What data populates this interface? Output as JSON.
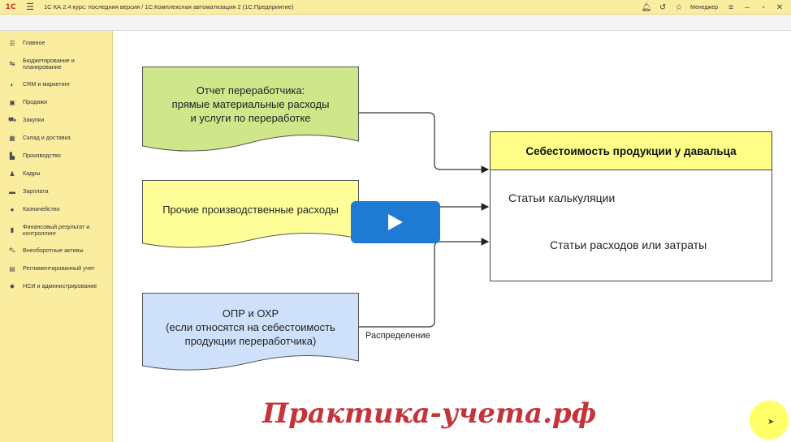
{
  "titlebar": {
    "logo": "1С",
    "title": "1С КА 2.4 курс: последняя версия / 1С:Комплексная автоматизация 2  (1С:Предприятие)",
    "user": "Менеджер"
  },
  "sidebar": {
    "items": [
      {
        "label": "Главное",
        "icon": "☰"
      },
      {
        "label": "Бюджетирование и планирование",
        "icon": "↹"
      },
      {
        "label": "CRM и маркетинг",
        "icon": "◐"
      },
      {
        "label": "Продажи",
        "icon": "▣"
      },
      {
        "label": "Закупки",
        "icon": "⛟"
      },
      {
        "label": "Склад и доставка",
        "icon": "▦"
      },
      {
        "label": "Производство",
        "icon": "▙"
      },
      {
        "label": "Кадры",
        "icon": "♟"
      },
      {
        "label": "Зарплата",
        "icon": "▬"
      },
      {
        "label": "Казначейство",
        "icon": "●"
      },
      {
        "label": "Финансовый результат и контроллинг",
        "icon": "▮"
      },
      {
        "label": "Внеоборотные активы",
        "icon": "⛍"
      },
      {
        "label": "Регламентированный учет",
        "icon": "▤"
      },
      {
        "label": "НСИ и администрирование",
        "icon": "✹"
      }
    ]
  },
  "diagram": {
    "box1": {
      "lines": [
        "Отчет переработчика:",
        "прямые материальные расходы",
        "и услуги по переработке"
      ],
      "color": "#cfe68a"
    },
    "box2": {
      "lines": [
        "Прочие производственные расходы"
      ],
      "color": "#ffff99"
    },
    "box3": {
      "lines": [
        "ОПР и ОХР",
        "(если относятся на себестоимость",
        "продукции переработчика)"
      ],
      "color": "#cfe0fb"
    },
    "target": {
      "title": "Себестоимость продукции у давальца",
      "item1": "Статьи калькуляции",
      "item2": "Статьи расходов или затраты"
    },
    "distribution_label": "Распределение"
  },
  "watermark": "Практика-учета.рф",
  "colors": {
    "sidebar_bg": "#fbeda0",
    "accent_red": "#c4343a",
    "play_blue": "#1e7bd3"
  }
}
